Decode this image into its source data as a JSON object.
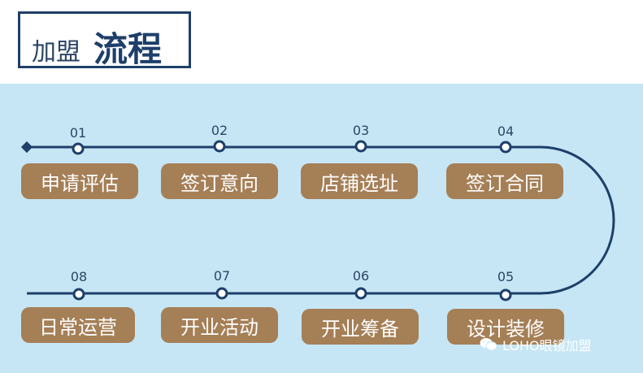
{
  "title": {
    "plain": "加盟",
    "bold": "流程"
  },
  "colors": {
    "panel": "#c6e6f5",
    "route": "#1e3f6a",
    "step_fill": "#a57f56",
    "step_text": "#ffffff"
  },
  "steps": [
    {
      "num": "01",
      "label": "申请评估"
    },
    {
      "num": "02",
      "label": "签订意向"
    },
    {
      "num": "03",
      "label": "店铺选址"
    },
    {
      "num": "04",
      "label": "签订合同"
    },
    {
      "num": "05",
      "label": "设计装修"
    },
    {
      "num": "06",
      "label": "开业筹备"
    },
    {
      "num": "07",
      "label": "开业活动"
    },
    {
      "num": "08",
      "label": "日常运营"
    }
  ],
  "watermark": {
    "icon": "wechat-icon",
    "text": "LOHO眼镜加盟"
  }
}
